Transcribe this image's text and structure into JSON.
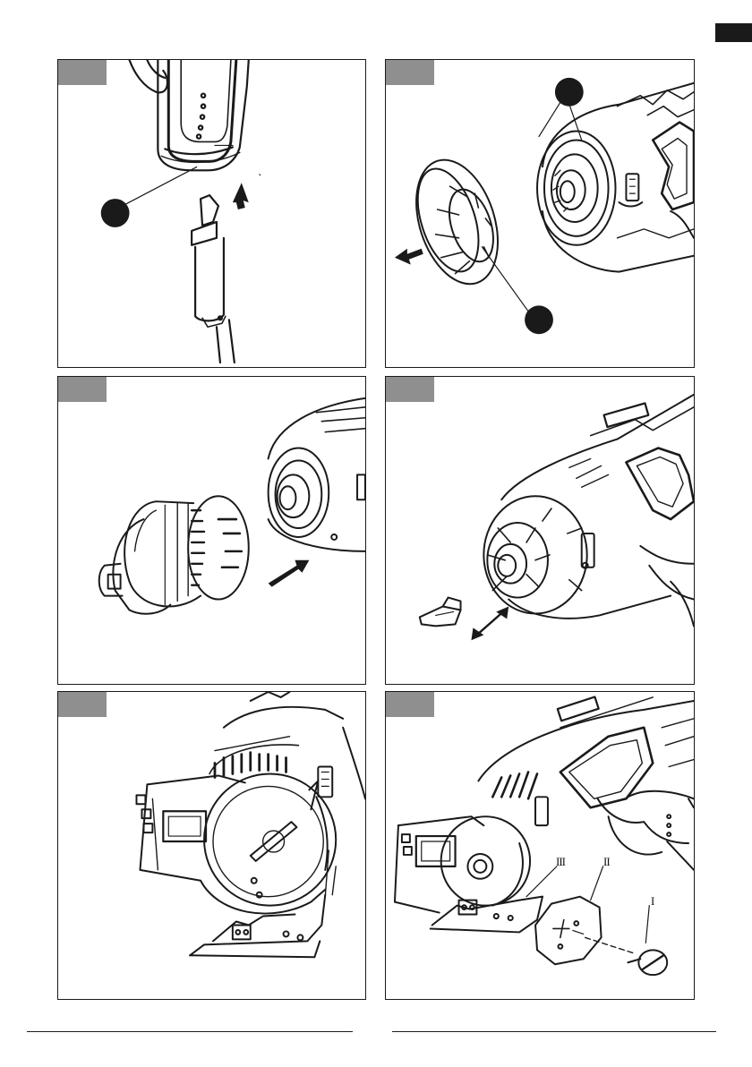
{
  "page": {
    "language_tab": ""
  },
  "figures": [
    {
      "id": "fig-1",
      "tag": "",
      "callouts": [
        "",
        ""
      ]
    },
    {
      "id": "fig-2",
      "tag": "",
      "callouts": [
        "",
        ""
      ]
    },
    {
      "id": "fig-3",
      "tag": ""
    },
    {
      "id": "fig-4",
      "tag": ""
    },
    {
      "id": "fig-5",
      "tag": ""
    },
    {
      "id": "fig-6",
      "tag": "",
      "part_labels": [
        "III",
        "II",
        "I"
      ]
    }
  ],
  "footer": {
    "left": "",
    "right": ""
  }
}
